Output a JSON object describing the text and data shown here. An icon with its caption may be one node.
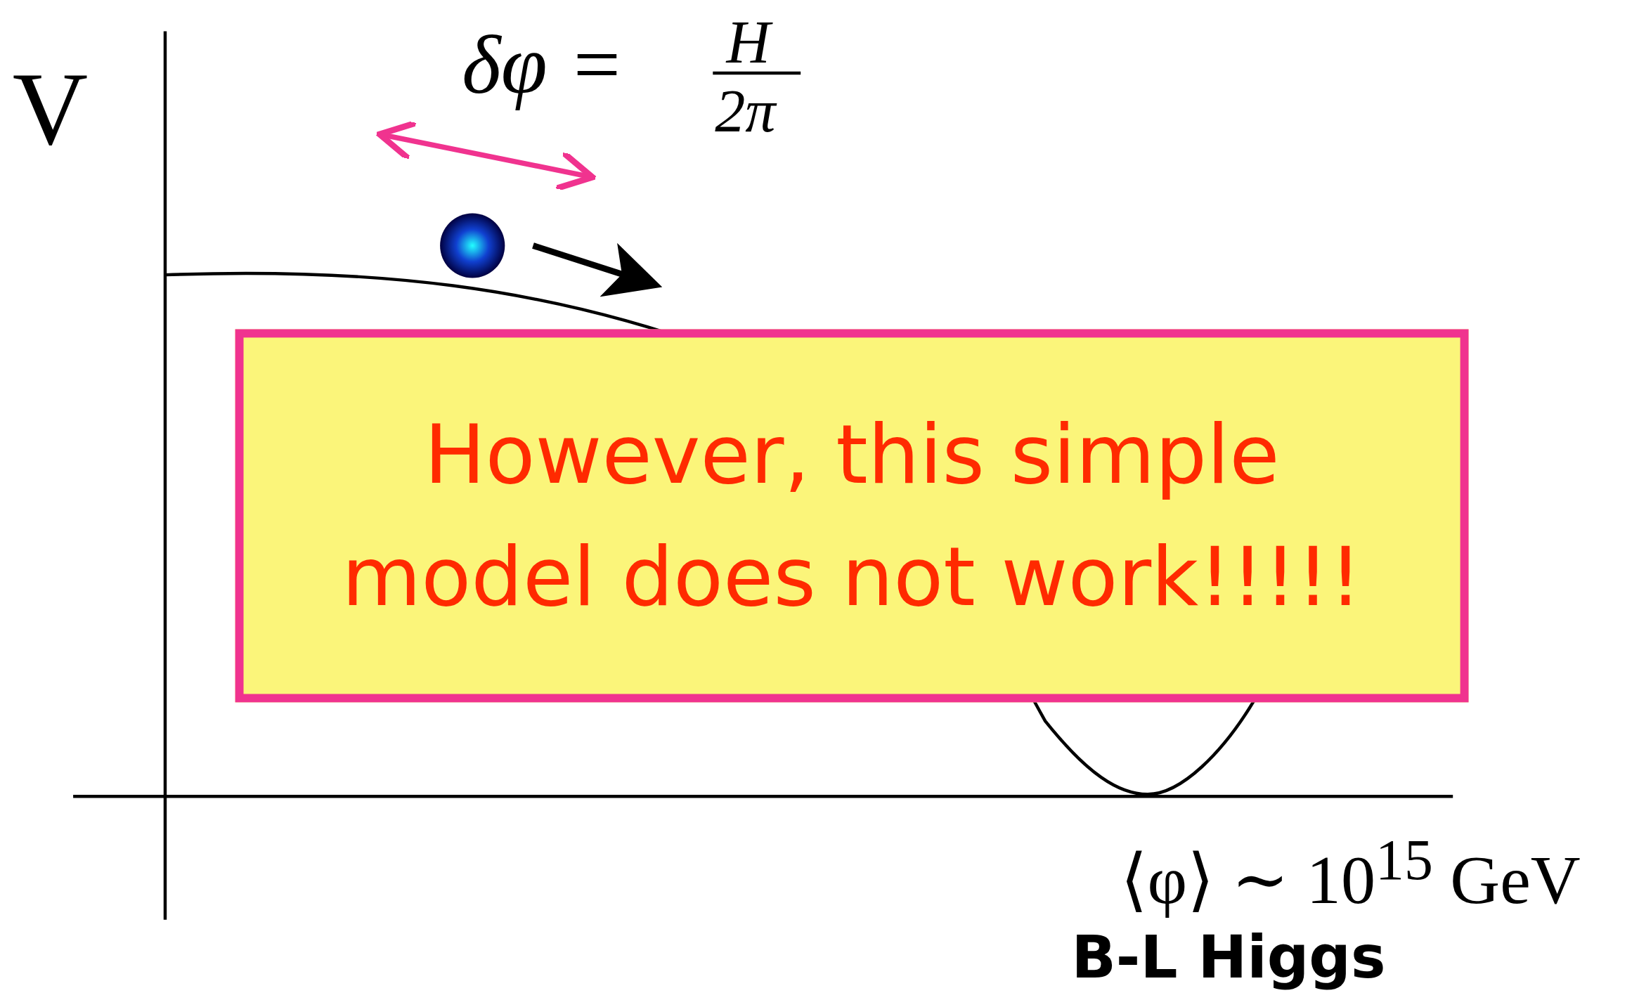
{
  "diagram": {
    "nodes": [
      {
        "text": [
          "However, this simple model does not work!!!!!"
        ]
      }
    ],
    "edges": [],
    "labels": [
      "V",
      "δφ =",
      "H",
      "2π",
      "⟨φ⟩ ∼ 10$^{15}$ GeV",
      "B-L Higgs"
    ]
  }
}
